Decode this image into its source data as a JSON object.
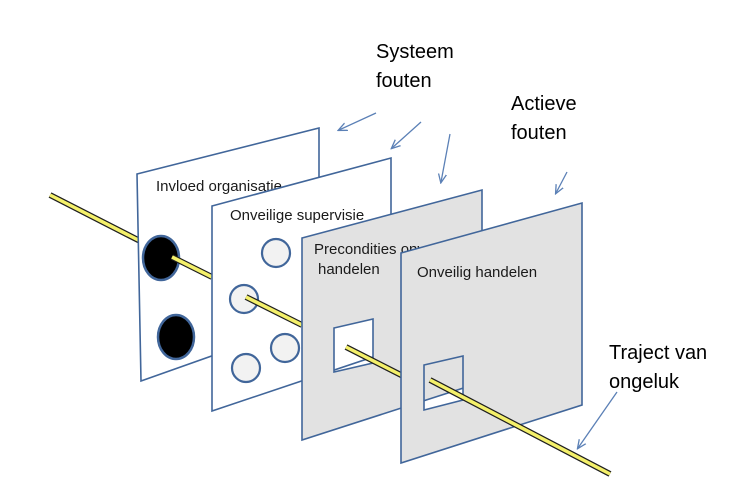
{
  "planes": [
    {
      "label_lines": [
        "Invloed organisatie"
      ],
      "fill": "#ffffff"
    },
    {
      "label_lines": [
        "Onveilige supervisie"
      ],
      "fill": "#ffffff"
    },
    {
      "label_lines": [
        "Precondities onveilig",
        "handelen"
      ],
      "fill": "#e2e2e2"
    },
    {
      "label_lines": [
        "Onveilig handelen"
      ],
      "fill": "#e2e2e2"
    }
  ],
  "callouts": {
    "systeem": [
      "Systeem",
      "fouten"
    ],
    "actieve": [
      "Actieve",
      "fouten"
    ],
    "traject": [
      "Traject van",
      "ongeluk"
    ]
  },
  "colors": {
    "border": "#41669a",
    "arrow": "#5b80b6",
    "trajectory_fill": "#f4f06a",
    "trajectory_stroke": "#1e1e1e",
    "hole_ring_fill": "#f2f2f2",
    "hole_black": "#000000"
  }
}
